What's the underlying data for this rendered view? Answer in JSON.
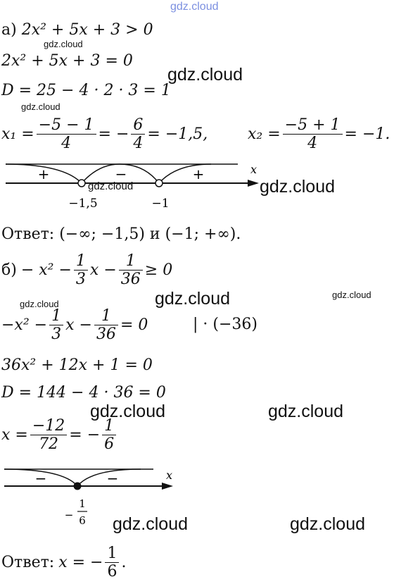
{
  "watermarks": {
    "top": "gdz.cloud",
    "text": "gdz.cloud"
  },
  "part_a": {
    "label": "а)",
    "inequality": "2x² + 5x + 3 > 0",
    "equation": "2x² + 5x + 3 = 0",
    "discriminant": "D = 25 − 4 · 2 · 3 = 1",
    "x1_lhs": "x₁ =",
    "x1_num": "−5 − 1",
    "x1_den": "4",
    "x1_mid": "= −",
    "x1_num2": "6",
    "x1_den2": "4",
    "x1_result": "= −1,5,",
    "x2_lhs": "x₂ =",
    "x2_num": "−5 + 1",
    "x2_den": "4",
    "x2_result": "= −1.",
    "line": {
      "signs": [
        "+",
        "−",
        "+"
      ],
      "points": [
        "−1,5",
        "−1"
      ],
      "axis": "x"
    },
    "answer": "Ответ: (−∞; −1,5) и (−1; +∞)."
  },
  "part_b": {
    "label": "б)",
    "inequality_lhs": "− x² −",
    "frac1_num": "1",
    "frac1_den": "3",
    "mid": "x −",
    "frac2_num": "1",
    "frac2_den": "36",
    "inequality_rhs": "≥ 0",
    "eq_lhs": "−x² −",
    "eq_mid": "x −",
    "eq_rhs": "= 0",
    "multiply": "| · (−36)",
    "eq2": "36x² + 12x + 1 = 0",
    "discriminant": "D = 144 − 4 · 36 = 0",
    "x_lhs": "x =",
    "x_num": "−12",
    "x_den": "72",
    "x_mid": "= −",
    "x_num2": "1",
    "x_den2": "6",
    "line": {
      "signs": [
        "−",
        "−"
      ],
      "point_num": "1",
      "point_den": "6",
      "point_sign": "−",
      "axis": "x"
    },
    "answer_prefix": "Ответ:",
    "answer_lhs": "x = −",
    "answer_num": "1",
    "answer_den": "6",
    "answer_dot": "."
  }
}
